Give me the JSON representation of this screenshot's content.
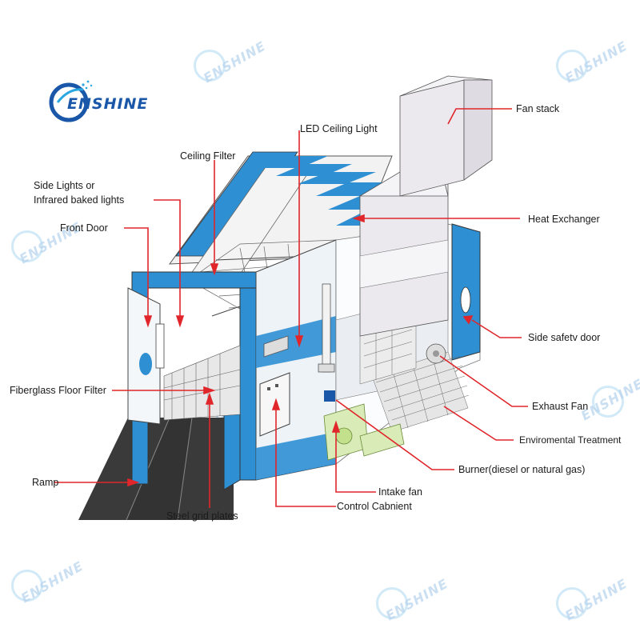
{
  "brand": {
    "name": "ENSHINE"
  },
  "labels": {
    "fan_stack": "Fan stack",
    "led_ceiling_light": "LED Ceiling Light",
    "ceiling_filter": "Ceiling Filter",
    "side_lights_1": "Side Lights or",
    "side_lights_2": "Infrared baked lights",
    "front_door": "Front Door",
    "heat_exchanger": "Heat Exchanger",
    "side_safety_door": "Side safetv door",
    "exhaust_fan": "Exhaust Fan",
    "environmental_treatment": "Enviromental Treatment",
    "fiberglass_floor_filter": "Fiberglass Floor Filter",
    "burner": "Burner(diesel or natural gas)",
    "intake_fan": "Intake fan",
    "control_cabinet": "Control Cabnient",
    "ramp": "Ramp",
    "steel_grid_plates": "Steel grid plates"
  },
  "colors": {
    "leader": "#e0262b",
    "booth_blue": "#2e8fd3",
    "watermark": "#b9d6ee",
    "brand_blue": "#1a57a8"
  }
}
